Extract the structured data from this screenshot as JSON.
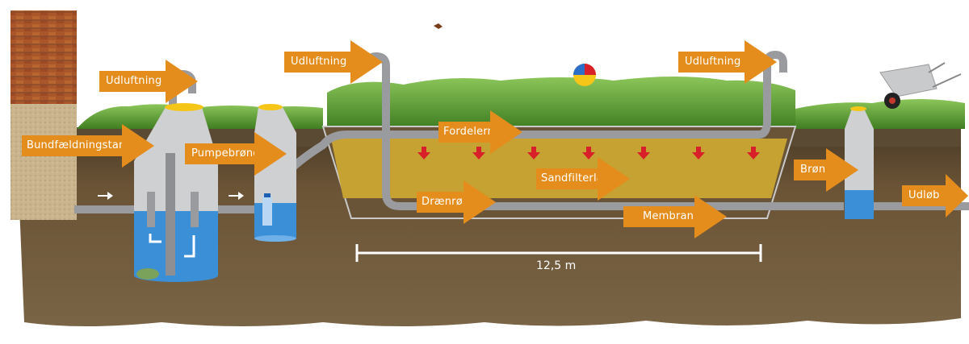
{
  "diagram": {
    "type": "sand filter wastewater treatment system cross-section",
    "colors": {
      "callout": "#e48d1c",
      "pipe": "#9a9b9e",
      "tank": "#cfd0d2",
      "water": "#3a8fd6",
      "sand": "#c6a232",
      "grass": "#5fa833",
      "soil": "#6e5637",
      "flow_arrow_down": "#d8202a",
      "brick": "#a8562a"
    },
    "labels": {
      "vent_left": "Udluftning",
      "vent_middle": "Udluftning",
      "vent_right": "Udluftning",
      "settling_tank": "Bundfældningstank",
      "pump_well": "Pumpebrønd",
      "distribution_pipe": "Fordelerrør",
      "sand_filter_layer": "Sandfilterlag",
      "drain_pipe": "Drænrør",
      "membrane": "Membran",
      "well": "Brønd",
      "outlet": "Udløb"
    },
    "scale": {
      "label": "12,5 m"
    },
    "down_arrow_count": 7
  }
}
